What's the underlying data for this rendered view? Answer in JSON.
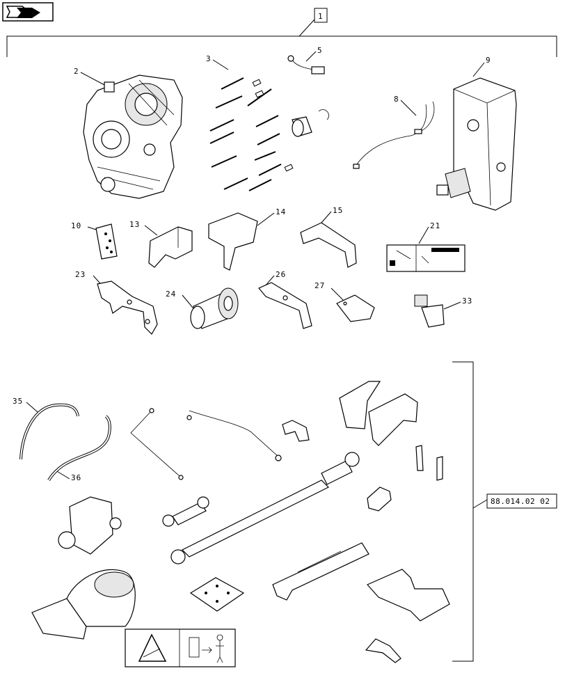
{
  "nav_icon": "next-page-icon",
  "labels": {
    "l1": "1",
    "l2": "2",
    "l3": "3",
    "l5": "5",
    "l8": "8",
    "l9": "9",
    "l10": "10",
    "l13": "13",
    "l14": "14",
    "l15": "15",
    "l21": "21",
    "l23": "23",
    "l24": "24",
    "l26": "26",
    "l27": "27",
    "l33": "33",
    "l35": "35",
    "l36": "36"
  },
  "reference_box": "88.014.02 02"
}
